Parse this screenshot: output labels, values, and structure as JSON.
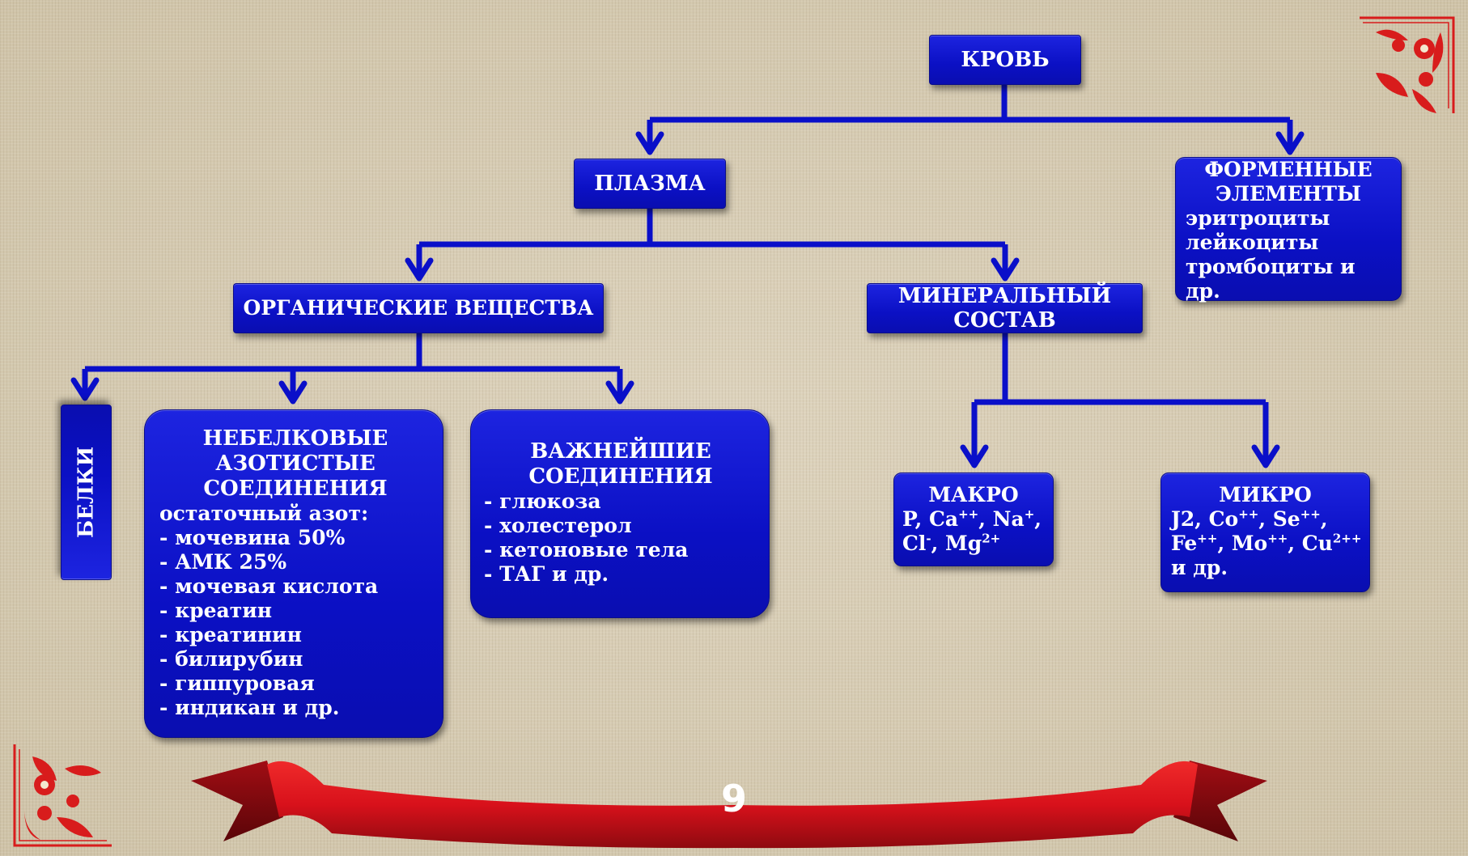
{
  "nodes": {
    "blood": "КРОВЬ",
    "plasma": "ПЛАЗМА",
    "formed": {
      "title_line1": "ФОРМЕННЫЕ",
      "title_line2": "ЭЛЕМЕНТЫ",
      "items": [
        "эритроциты",
        "лейкоциты",
        "тромбоциты и",
        "др."
      ]
    },
    "organic": "ОРГАНИЧЕСКИЕ ВЕЩЕСТВА",
    "mineral_line1": "МИНЕРАЛЬНЫЙ",
    "mineral_line2": "СОСТАВ",
    "proteins": "БЕЛКИ",
    "nonprotein": {
      "title_line1": "НЕБЕЛКОВЫЕ",
      "title_line2": "АЗОТИСТЫЕ",
      "title_line3": "СОЕДИНЕНИЯ",
      "subtitle": "остаточный азот:",
      "items": [
        "- мочевина 50%",
        "- АМК 25%",
        "- мочевая кислота",
        "- креатин",
        "- креатинин",
        "- билирубин",
        "- гиппуровая",
        "- индикан и др."
      ]
    },
    "important": {
      "title_line1": "ВАЖНЕЙШИЕ",
      "title_line2": "СОЕДИНЕНИЯ",
      "items": [
        "- глюкоза",
        "- холестерол",
        "- кетоновые тела",
        "- ТАГ и др."
      ]
    },
    "macro": {
      "title": "МАКРО",
      "line1": "P, Ca++, Na+,",
      "line2": "Cl-, Mg2+"
    },
    "micro": {
      "title": "МИКРО",
      "line1": "J2, Co++, Se++,",
      "line2": "Fe++, Mo++, Cu2++",
      "line3": "и др."
    }
  },
  "page_number": "9",
  "colors": {
    "box_fill": "#0b10c4",
    "connector": "#0a0fc9",
    "ribbon": "#d8111b",
    "ornament": "#d81c1c"
  }
}
